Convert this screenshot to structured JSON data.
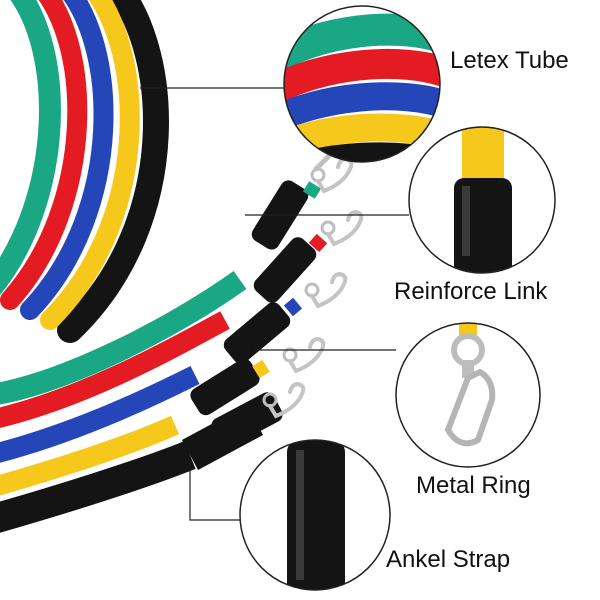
{
  "labels": {
    "tube": "Letex Tube",
    "link": "Reinforce Link",
    "ring": "Metal Ring",
    "strap": "Ankel Strap"
  },
  "colors": {
    "green": "#1aa784",
    "red": "#e41b23",
    "blue": "#2546b8",
    "yellow": "#f6c81c",
    "black": "#141414",
    "metal": "#c9c9c9",
    "leader_line": "#222222"
  },
  "icons": [
    "latex-tube-closeup",
    "reinforce-link-closeup",
    "metal-ring-closeup",
    "ankle-strap-closeup",
    "carabiner-clip-icon"
  ]
}
